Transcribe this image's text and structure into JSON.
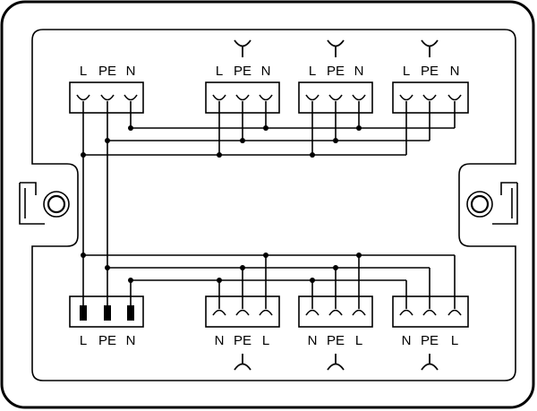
{
  "colors": {
    "line": "#000000",
    "background": "#ffffff"
  },
  "blocks": {
    "top_input": {
      "labels": [
        "L",
        "PE",
        "N"
      ]
    },
    "top_out_1": {
      "labels": [
        "L",
        "PE",
        "N"
      ]
    },
    "top_out_2": {
      "labels": [
        "L",
        "PE",
        "N"
      ]
    },
    "top_out_3": {
      "labels": [
        "L",
        "PE",
        "N"
      ]
    },
    "bottom_input": {
      "labels": [
        "L",
        "PE",
        "N"
      ]
    },
    "bottom_out_1": {
      "labels": [
        "N",
        "PE",
        "L"
      ]
    },
    "bottom_out_2": {
      "labels": [
        "N",
        "PE",
        "L"
      ]
    },
    "bottom_out_3": {
      "labels": [
        "N",
        "PE",
        "L"
      ]
    }
  },
  "icons": {
    "top_coding": "plug-coding-icon",
    "bottom_coding": "socket-coding-icon",
    "mount": "mounting-lug-icon"
  }
}
